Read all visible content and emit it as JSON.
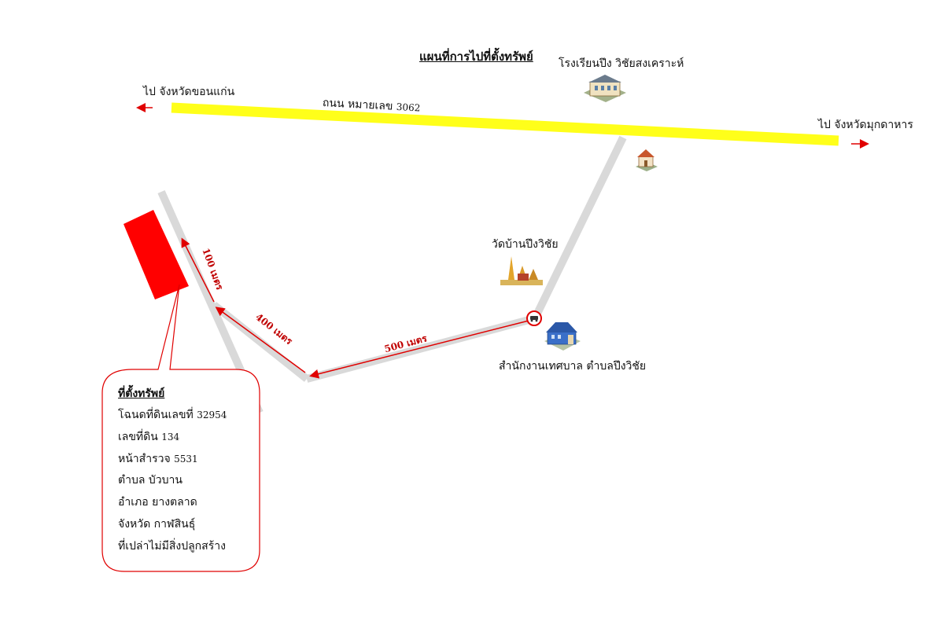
{
  "title": "แผนที่การไปที่ตั้งทรัพย์",
  "road_main": {
    "label_prefix": "ถนน หมายเลข",
    "label_number": "3062"
  },
  "directions": {
    "left": "ไป จังหวัดขอนแก่น",
    "right": "ไป จังหวัดมุกดาหาร"
  },
  "landmarks": {
    "school": "โรงเรียนปึง วิชัยสงเคราะห์",
    "temple": "วัดบ้านปึงวิชัย",
    "office": "สำนักงานเทศบาล ตำบลปึงวิชัย"
  },
  "distances": {
    "d500": "500 เมตร",
    "d400": "400 เมตร",
    "d100": "100 เมตร"
  },
  "property": {
    "heading": "ที่ตั้งทรัพย์",
    "deed_label": "โฉนดที่ดินเลขที่",
    "deed_number": "32954",
    "land_no_label": "เลขที่ดิน",
    "land_no": "134",
    "survey_label": "หน้าสำรวจ",
    "survey_no": "5531",
    "subdistrict": "ตำบล บัวบาน",
    "district": "อำเภอ ยางตลาด",
    "province": "จังหวัด กาฬสินธุ์",
    "note": "ที่เปล่าไม่มีสิ่งปลูกสร้าง"
  },
  "colors": {
    "main_road": "#ffff1a",
    "side_road": "#d9d9d9",
    "route_arrow": "#e00000",
    "property_plot": "#ff0000",
    "callout_border": "#e00000"
  },
  "icons": [
    "school-building-icon",
    "house-icon",
    "temple-icon",
    "office-building-icon",
    "car-marker-icon"
  ]
}
